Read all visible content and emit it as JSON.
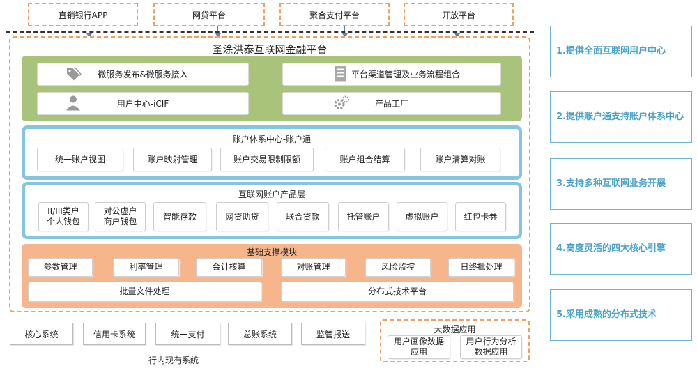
{
  "top_channels": [
    "直销银行APP",
    "网贷平台",
    "聚合支付平台",
    "开放平台"
  ],
  "platform_title": "圣涂洪泰互联网金融平台",
  "green_section": {
    "items": [
      "微服务发布&微服务接入",
      "平台渠道管理及业务流程组合",
      "用户中心-iCIF",
      "产品工厂"
    ]
  },
  "account_center": {
    "title": "账户体系中心-账户通",
    "items": [
      "统一账户视图",
      "账户映射管理",
      "账户交易限制限额",
      "账户组合结算",
      "账户清算对账"
    ]
  },
  "product_layer": {
    "title": "互联网账户产品层",
    "items": [
      "II/III类户\n个人钱包",
      "对公虚户\n商户钱包",
      "智能存款",
      "网贷助贷",
      "联合贷款",
      "托管账户",
      "虚拟账户",
      "红包卡券"
    ]
  },
  "base_module": {
    "title": "基础支撑模块",
    "row1": [
      "参数管理",
      "利率管理",
      "会计核算",
      "对账管理",
      "风险监控",
      "日终批处理"
    ],
    "row2": [
      "批量文件处理",
      "分布式技术平台"
    ]
  },
  "legacy_systems": {
    "items": [
      "核心系统",
      "信用卡系统",
      "统一支付",
      "总账系统",
      "监管报送"
    ],
    "label": "行内现有系统"
  },
  "big_data": {
    "title": "大数据应用",
    "items": [
      "用户画像数据\n应用",
      "用户行为分析\n数据应用"
    ]
  },
  "features": [
    "1.提供全面互联网用户中心",
    "2.提供账户通支持账户体系中心",
    "3.支持多种互联网业务开展",
    "4.高度灵活的四大核心引擎",
    "5.采用成熟的分布式技术"
  ],
  "colors": {
    "dashed_border": "#f0a060",
    "green_band": "#a9c47a",
    "blue_frame": "#86c5e0",
    "orange_band": "#f6b58a",
    "feature_text": "#4aa3c8"
  },
  "icons": [
    "tags-icon",
    "document-icon",
    "user-icon",
    "gear-icon"
  ]
}
